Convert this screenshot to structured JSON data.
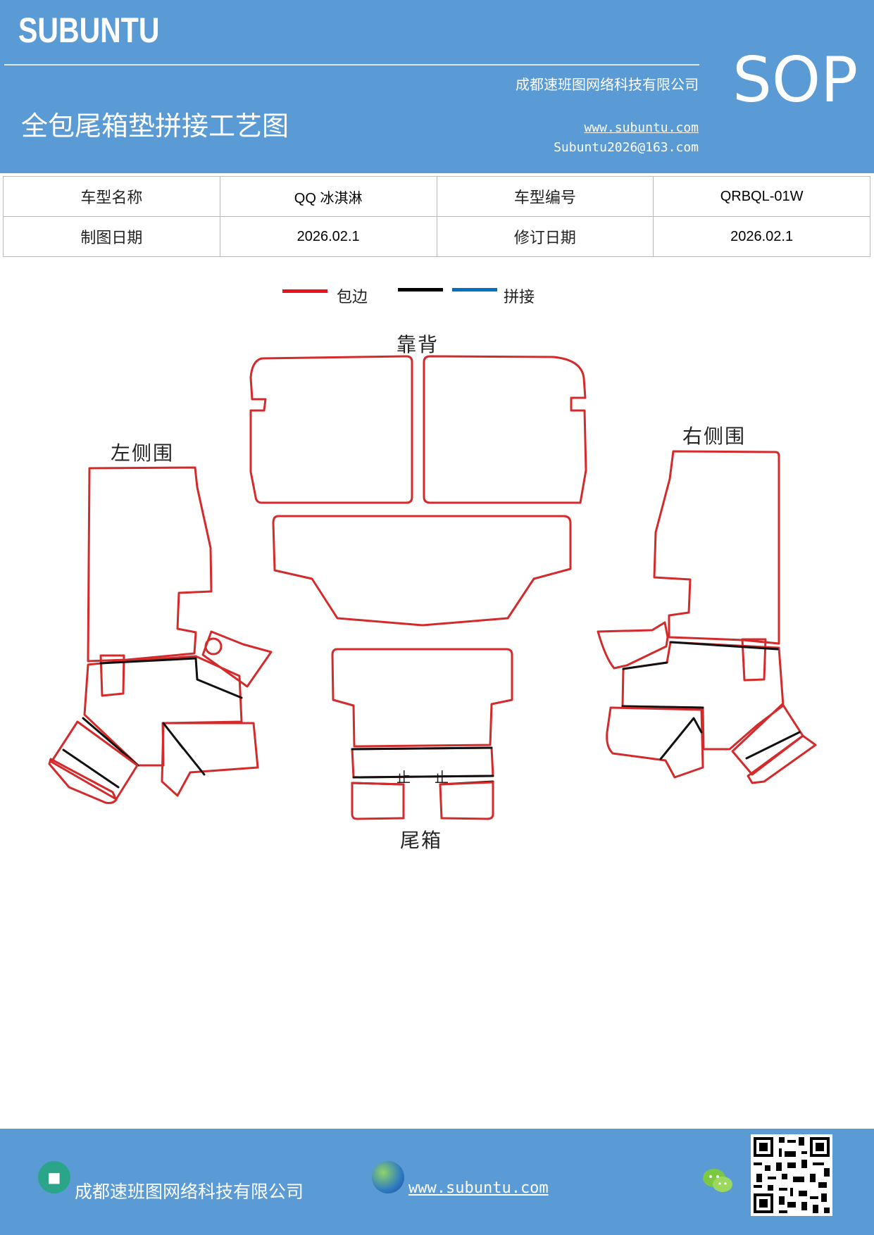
{
  "header": {
    "brand": "SUBUNTU",
    "company": "成都速班图网络科技有限公司",
    "title": "全包尾箱垫拼接工艺图",
    "website": "www.subuntu.com",
    "email": "Subuntu2026@163.com",
    "badge": "SOP"
  },
  "info": {
    "model_name_label": "车型名称",
    "model_name_value": "QQ 冰淇淋",
    "model_code_label": "车型编号",
    "model_code_value": "QRBQL-01W",
    "draw_date_label": "制图日期",
    "draw_date_value": "2026.02.1",
    "revise_date_label": "修订日期",
    "revise_date_value": "2026.02.1"
  },
  "legend": {
    "items": [
      {
        "label": "包边",
        "color": "#e8141b"
      },
      {
        "label": "",
        "color": "#000000"
      },
      {
        "label": "拼接",
        "color": "#0070c0"
      }
    ]
  },
  "diagram": {
    "labels": {
      "backrest": "靠背",
      "left_side": "左侧围",
      "right_side": "右侧围",
      "trunk": "尾箱",
      "mark_left": "止",
      "mark_right": "止"
    },
    "colors": {
      "edge": "#d32b2b",
      "seam": "#111111"
    }
  },
  "footer": {
    "company": "成都速班图网络科技有限公司",
    "website": "www.subuntu.com",
    "icons": [
      "building-icon",
      "globe-icon",
      "wechat-icon",
      "qr-code"
    ]
  }
}
